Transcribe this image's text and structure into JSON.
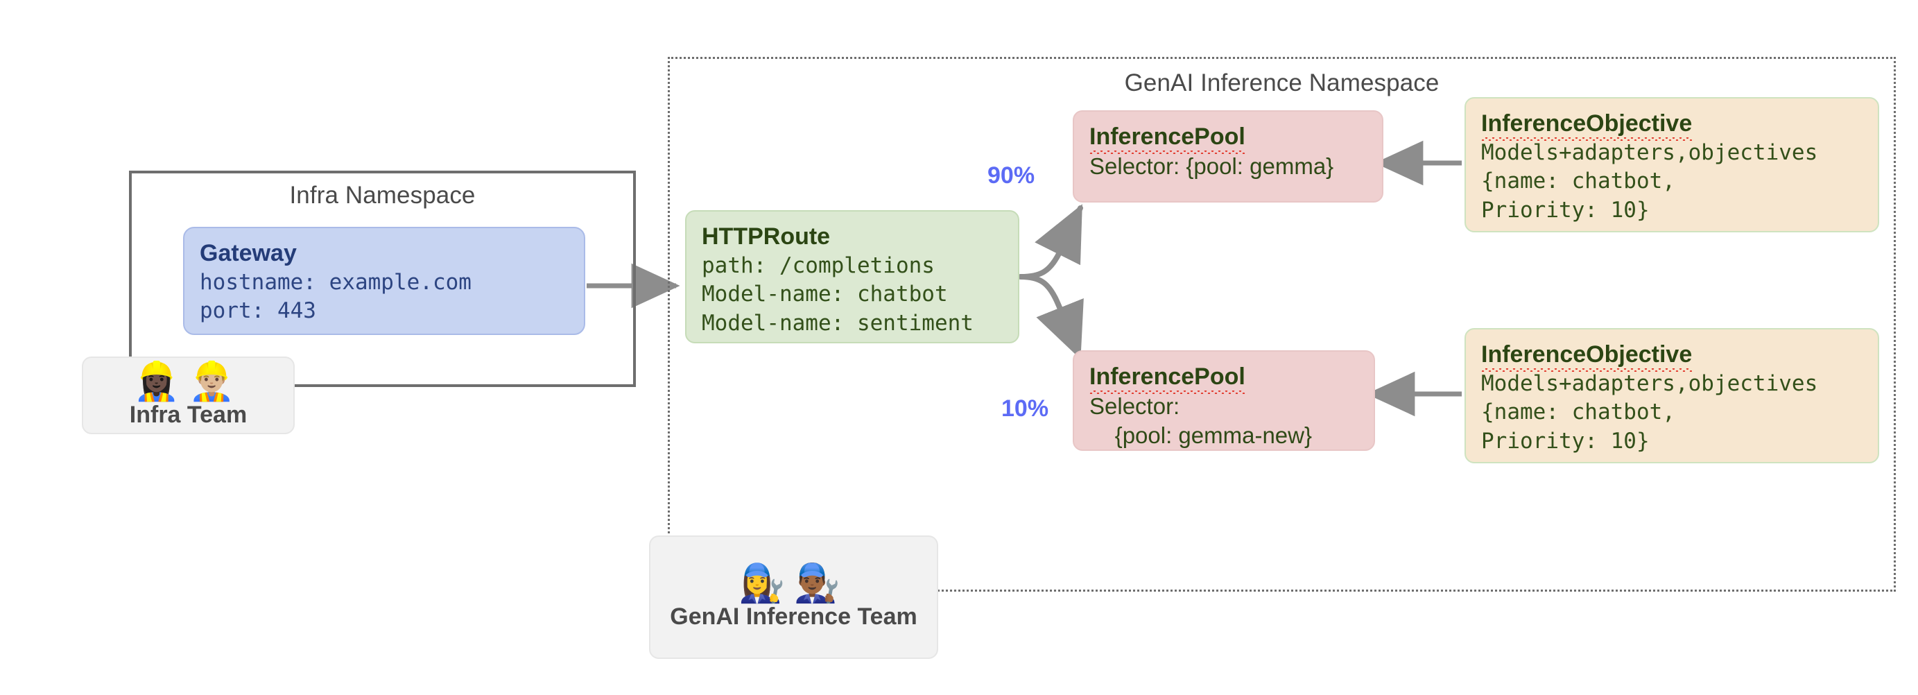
{
  "diagram": {
    "title": "Gateway API Inference Extension topology",
    "colors": {
      "gateway_bg": "#c7d4f2",
      "gateway_text": "#2a4180",
      "httproute_bg": "#dce9d2",
      "inferencepool_bg": "#efd0d0",
      "inferenceobjective_bg": "#f7e7d0",
      "resource_text": "#2f4a17",
      "percent_label": "#5c6bf5",
      "namespace_border": "#6e6e6e",
      "team_chip_bg": "#f2f2f2",
      "arrow": "#8d8d8d"
    }
  },
  "namespaces": {
    "infra": {
      "label": "Infra Namespace",
      "border_style": "solid"
    },
    "genai": {
      "label": "GenAI Inference Namespace",
      "border_style": "dotted"
    }
  },
  "teams": [
    {
      "id": "infra-team",
      "label": "Infra Team",
      "emojis": "👷🏿‍♀️👷🏼‍♂️",
      "icon_names": [
        "construction-worker-woman-icon",
        "construction-worker-man-icon"
      ]
    },
    {
      "id": "genai-inference-team",
      "label": "GenAI Inference Team",
      "emojis": "👩‍🔧👨🏾‍🔧",
      "icon_names": [
        "mechanic-woman-icon",
        "mechanic-man-icon"
      ]
    }
  ],
  "resources": {
    "gateway": {
      "kind": "Gateway",
      "lines": [
        "hostname: example.com",
        "port: 443"
      ]
    },
    "httproute": {
      "kind": "HTTPRoute",
      "lines": [
        "path: /completions",
        "Model-name: chatbot",
        "Model-name: sentiment"
      ]
    },
    "inference_pools": [
      {
        "kind": "InferencePool",
        "lines": [
          "Selector: {pool: gemma}"
        ],
        "spellcheck_underline": true
      },
      {
        "kind": "InferencePool",
        "lines": [
          "Selector:",
          "    {pool: gemma-new}"
        ],
        "spellcheck_underline": true
      }
    ],
    "inference_objectives": [
      {
        "kind": "InferenceObjective",
        "lines": [
          "Models+adapters,objectives",
          "{name: chatbot,",
          "Priority: 10}"
        ],
        "spellcheck_underline": true
      },
      {
        "kind": "InferenceObjective",
        "lines": [
          "Models+adapters,objectives",
          "{name: chatbot,",
          "Priority: 10}"
        ],
        "spellcheck_underline": true
      }
    ]
  },
  "traffic_split": {
    "primary": "90%",
    "canary": "10%"
  },
  "connections": [
    {
      "from": "gateway",
      "to": "httproute",
      "label": ""
    },
    {
      "from": "httproute",
      "to": "inference-pool-1",
      "label": "90%"
    },
    {
      "from": "httproute",
      "to": "inference-pool-2",
      "label": "10%"
    },
    {
      "from": "inference-objective-1",
      "to": "inference-pool-1",
      "label": ""
    },
    {
      "from": "inference-objective-2",
      "to": "inference-pool-2",
      "label": ""
    }
  ]
}
